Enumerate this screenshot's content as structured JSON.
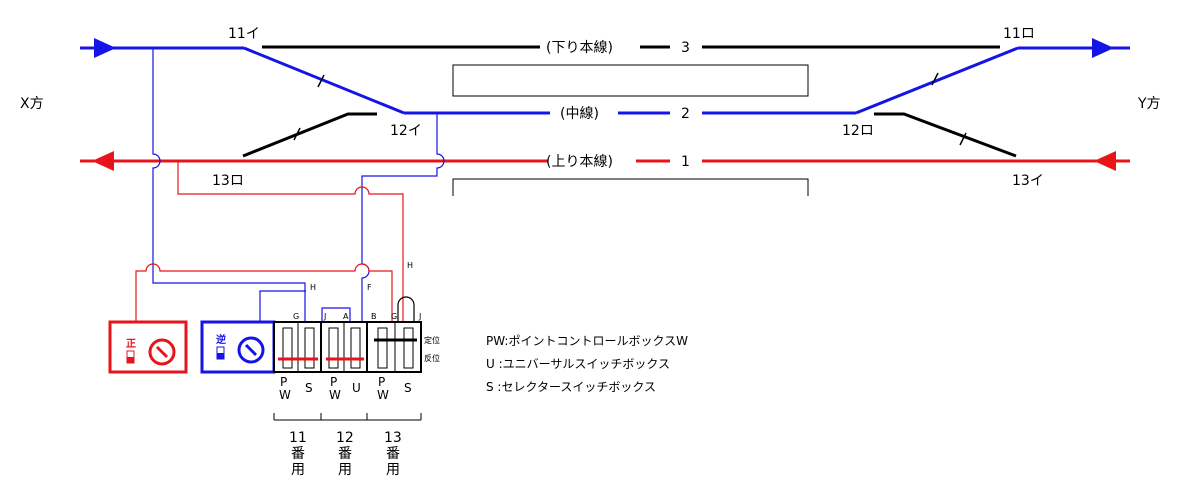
{
  "sides": {
    "left": "X方",
    "right": "Y方"
  },
  "tracks": {
    "top": {
      "label": "(下り本線)",
      "number": "3"
    },
    "middle": {
      "label": "(中線)",
      "number": "2"
    },
    "bottom": {
      "label": "(上り本線)",
      "number": "1"
    }
  },
  "points": {
    "p11i": "11イ",
    "p11ro": "11ロ",
    "p12i": "12イ",
    "p12ro": "12ロ",
    "p13i": "13イ",
    "p13ro": "13ロ"
  },
  "wires": {
    "H1": "H",
    "H2": "H",
    "F": "F"
  },
  "controllers": {
    "forward": "正",
    "reverse": "逆"
  },
  "terminals": {
    "G1": "G",
    "J1": "J",
    "A": "A",
    "B": "B",
    "G2": "G",
    "J2": "J"
  },
  "positions": {
    "normal": "定位",
    "reverse": "反位"
  },
  "units": {
    "pw1_line1": "P",
    "pw1_line2": "W",
    "s1": "S",
    "pw2_line1": "P",
    "pw2_line2": "W",
    "u2": "U",
    "pw3_line1": "P",
    "pw3_line2": "W",
    "s3": "S"
  },
  "groups": {
    "g11": {
      "num": "11",
      "a": "番",
      "b": "用"
    },
    "g12": {
      "num": "12",
      "a": "番",
      "b": "用"
    },
    "g13": {
      "num": "13",
      "a": "番",
      "b": "用"
    }
  },
  "legend": {
    "pw": "PW:ポイントコントロールボックスW",
    "u": "U  :ユニバーサルスイッチボックス",
    "s": "S  :セレクタースイッチボックス"
  },
  "colors": {
    "blue": "#1414e6",
    "red": "#e8141b",
    "black": "#000000"
  }
}
